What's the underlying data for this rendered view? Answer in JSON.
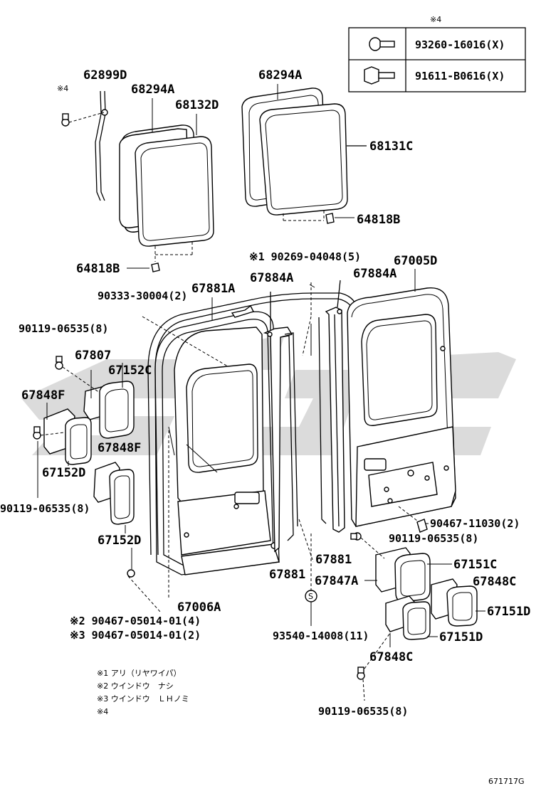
{
  "legend_table": {
    "marker": "※4",
    "rows": [
      {
        "part": "93260-16016(X)",
        "icon": "round-bolt-icon"
      },
      {
        "part": "91611-B0616(X)",
        "icon": "hex-bolt-icon"
      }
    ]
  },
  "labels": {
    "p62899D": "62899D",
    "n4a": "※4",
    "p68294A_left": "68294A",
    "p68132D": "68132D",
    "p68294A_right": "68294A",
    "p68131C": "68131C",
    "p64818B_right": "64818B",
    "p64818B_left": "64818B",
    "p90269": "※1 90269-04048(5)",
    "p67005D": "67005D",
    "p67884A_left": "67884A",
    "p67884A_right": "67884A",
    "p90333": "90333-30004(2)",
    "p67881A": "67881A",
    "p90119_top": "90119-06535(8)",
    "p67807": "67807",
    "p67152C": "67152C",
    "p67848F_left": "67848F",
    "p67152D_top": "67152D",
    "p67848F_mid": "67848F",
    "p90119_left": "90119-06535(8)",
    "p67152D_bot": "67152D",
    "p90467_11030": "90467-11030(2)",
    "p90119_mid": "90119-06535(8)",
    "p67881_right": "67881",
    "p67151C": "67151C",
    "p67881_left": "67881",
    "p67847A": "67847A",
    "p67848C_right": "67848C",
    "p67006A": "67006A",
    "p67151D_right": "67151D",
    "p90467_a": "※2 90467-05014-01(4)",
    "p90467_b": "※3 90467-05014-01(2)",
    "p93540": "93540-14008(11)",
    "p67151D_bot": "67151D",
    "p67848C_bot": "67848C",
    "p90119_bot": "90119-06535(8)",
    "s_marker": "S"
  },
  "notes": [
    "※1 アリ（リヤワイパ）",
    "※2 ウインドウ　ナシ",
    "※3 ウインドウ　ＬＨノミ",
    "※4"
  ],
  "figure_id": "671717G"
}
